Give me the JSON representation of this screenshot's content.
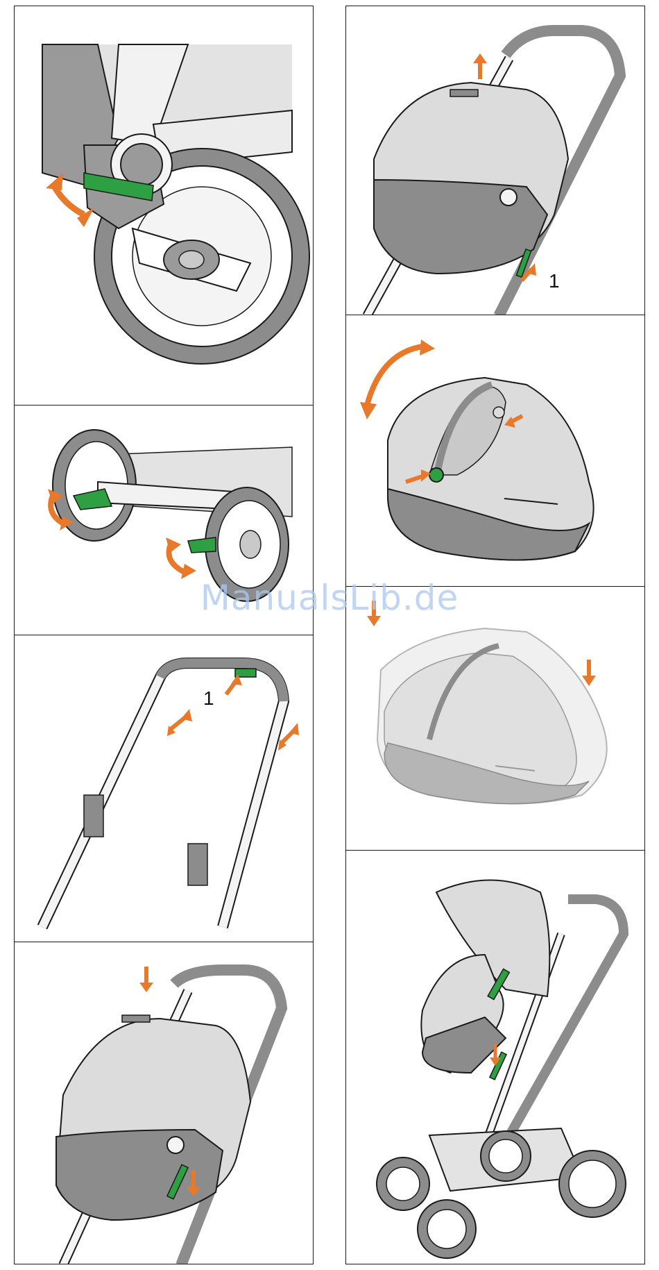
{
  "panels": {
    "right_top": {
      "step_label": "1"
    },
    "left_3": {
      "step_label": "1"
    }
  },
  "watermark": {
    "text": "ManualsLib.de"
  },
  "colors": {
    "accent_orange": "#e8782a",
    "accent_green": "#2ea043",
    "grey_light": "#dcdcdc",
    "grey_mid": "#a8a8a8",
    "grey_dark": "#8a8a8a",
    "outline": "#1a1a1a"
  }
}
